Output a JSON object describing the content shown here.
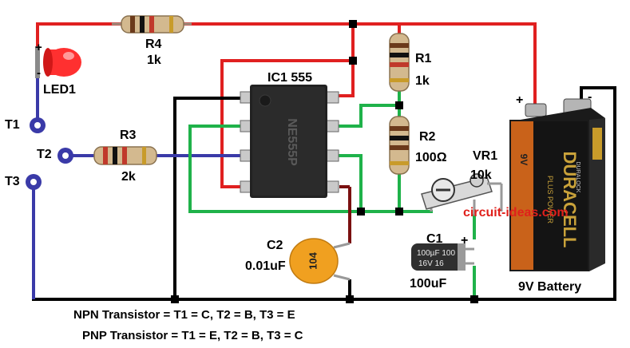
{
  "components": {
    "led": {
      "ref": "LED1",
      "plus": "+",
      "minus": "-"
    },
    "r4": {
      "ref": "R4",
      "value": "1k"
    },
    "r1": {
      "ref": "R1",
      "value": "1k"
    },
    "r2": {
      "ref": "R2",
      "value": "100Ω"
    },
    "r3": {
      "ref": "R3",
      "value": "2k"
    },
    "ic": {
      "ref": "IC1 555",
      "marking": "NE555P"
    },
    "vr1": {
      "ref": "VR1",
      "value": "10k"
    },
    "c1": {
      "ref": "C1",
      "value": "100uF",
      "plus": "+",
      "body_text": "100µF 100\n16V 16"
    },
    "c2": {
      "ref": "C2",
      "value": "0.01uF",
      "code": "104"
    },
    "battery": {
      "label": "9V Battery",
      "plus": "+",
      "minus": "-",
      "brand": "DURACELL",
      "brand_small": "PLUS POWER",
      "badge": "DURALOCK",
      "voltage": "9V"
    }
  },
  "terminals": {
    "t1": "T1",
    "t2": "T2",
    "t3": "T3"
  },
  "notes": {
    "npn": "NPN Transistor = T1 = C, T2 = B, T3 = E",
    "pnp": "PNP Transistor = T1 = E, T2 = B, T3 = C"
  },
  "watermark": "circuit-ideas.com",
  "colors": {
    "red_wire": "#e02020",
    "black_wire": "#000000",
    "green_wire": "#1fb24a",
    "blue_wire": "#3a3aa8",
    "brown_wire": "#7a1010"
  }
}
